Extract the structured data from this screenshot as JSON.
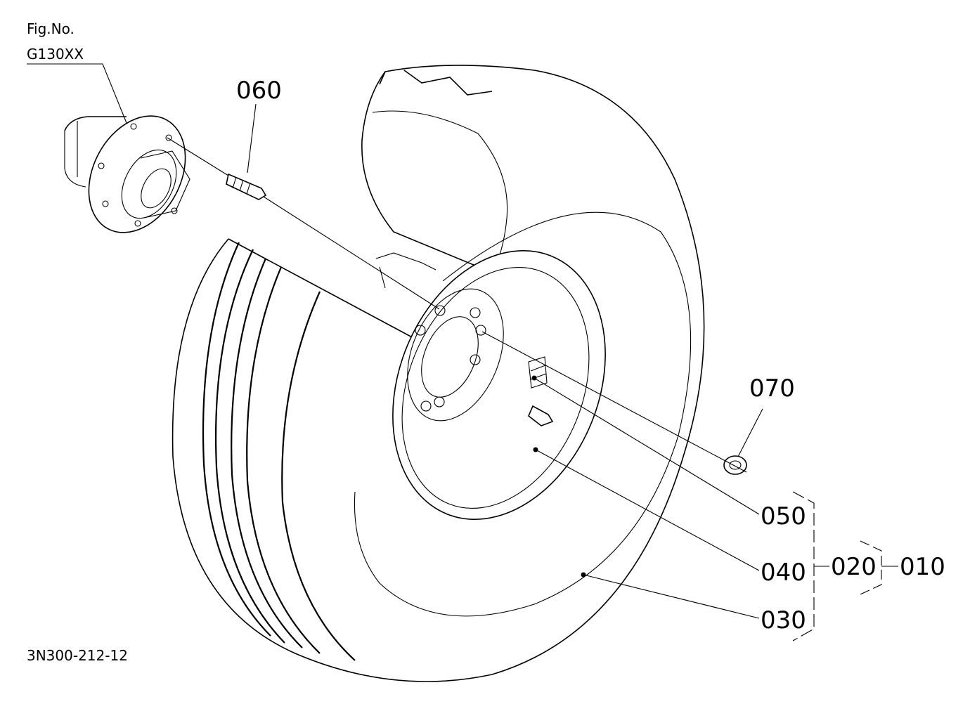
{
  "figure": {
    "ref_label": "Fig.No.",
    "ref_code": "G130XX",
    "drawing_number": "3N300-212-12"
  },
  "parts": {
    "p060": "060",
    "p070": "070",
    "p050": "050",
    "p040": "040",
    "p030": "030",
    "p020": "020",
    "p010": "010"
  }
}
